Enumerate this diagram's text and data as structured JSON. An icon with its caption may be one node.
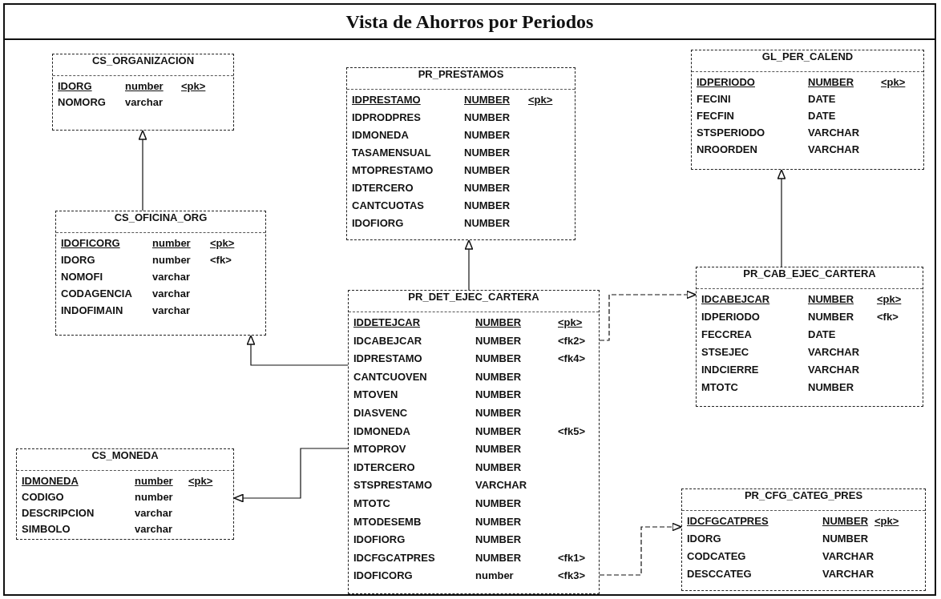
{
  "diagram": {
    "title": "Vista de Ahorros por Periodos",
    "nodes": [
      {
        "text": [
          "CS_ORGANIZACION",
          "IDORG",
          "number",
          "<pk>",
          "NOMORG",
          "varchar"
        ]
      },
      {
        "text": [
          "CS_OFICINA_ORG",
          "IDOFICORG",
          "number",
          "<pk>",
          "IDORG",
          "number",
          "<fk>",
          "NOMOFI",
          "varchar",
          "CODAGENCIA",
          "varchar",
          "INDOFIMAIN",
          "varchar"
        ]
      },
      {
        "text": [
          "PR_PRESTAMOS",
          "IDPRESTAMO",
          "NUMBER",
          "<pk>",
          "IDPRODPRES",
          "NUMBER",
          "IDMONEDA",
          "NUMBER",
          "TASAMENSUAL",
          "NUMBER",
          "MTOPRESTAMO",
          "NUMBER",
          "IDTERCERO",
          "NUMBER",
          "CANTCUOTAS",
          "NUMBER",
          "IDOFIORG",
          "NUMBER"
        ]
      },
      {
        "text": [
          "GL_PER_CALEND",
          "IDPERIODO",
          "NUMBER",
          "<pk>",
          "FECINI",
          "DATE",
          "FECFIN",
          "DATE",
          "STSPERIODO",
          "VARCHAR",
          "NROORDEN",
          "VARCHAR"
        ]
      },
      {
        "text": [
          "PR_DET_EJEC_CARTERA",
          "IDDETEJCAR",
          "NUMBER",
          "<pk>",
          "IDCABEJCAR",
          "NUMBER",
          "<fk2>",
          "IDPRESTAMO",
          "NUMBER",
          "<fk4>",
          "CANTCUOVEN",
          "NUMBER",
          "MTOVEN",
          "NUMBER",
          "DIASVENC",
          "NUMBER",
          "IDMONEDA",
          "NUMBER",
          "<fk5>",
          "MTOPROV",
          "NUMBER",
          "IDTERCERO",
          "NUMBER",
          "STSPRESTAMO",
          "VARCHAR",
          "MTOTC",
          "NUMBER",
          "MTODESEMB",
          "NUMBER",
          "IDOFIORG",
          "NUMBER",
          "IDCFGCATPRES",
          "NUMBER",
          "<fk1>",
          "IDOFICORG",
          "number",
          "<fk3>"
        ]
      },
      {
        "text": [
          "PR_CAB_EJEC_CARTERA",
          "IDCABEJCAR",
          "NUMBER",
          "<pk>",
          "IDPERIODO",
          "NUMBER",
          "<fk>",
          "FECCREA",
          "DATE",
          "STSEJEC",
          "VARCHAR",
          "INDCIERRE",
          "VARCHAR",
          "MTOTC",
          "NUMBER"
        ]
      },
      {
        "text": [
          "CS_MONEDA",
          "IDMONEDA",
          "number",
          "<pk>",
          "CODIGO",
          "number",
          "DESCRIPCION",
          "varchar",
          "SIMBOLO",
          "varchar"
        ]
      },
      {
        "text": [
          "PR_CFG_CATEG_PRES",
          "IDCFGCATPRES",
          "NUMBER",
          "<pk>",
          "IDORG",
          "NUMBER",
          "CODCATEG",
          "VARCHAR",
          "DESCCATEG",
          "VARCHAR"
        ]
      }
    ],
    "edges": [
      {
        "from": 1,
        "to": 0,
        "arrow": "to"
      },
      {
        "from": 4,
        "to": 1,
        "arrow": "to"
      },
      {
        "from": 4,
        "to": 2,
        "arrow": "to"
      },
      {
        "from": 4,
        "to": 5,
        "arrow": "to",
        "style": "dashed"
      },
      {
        "from": 5,
        "to": 3,
        "arrow": "to"
      },
      {
        "from": 4,
        "to": 6,
        "arrow": "to"
      },
      {
        "from": 4,
        "to": 7,
        "arrow": "to",
        "style": "dashed"
      }
    ]
  }
}
